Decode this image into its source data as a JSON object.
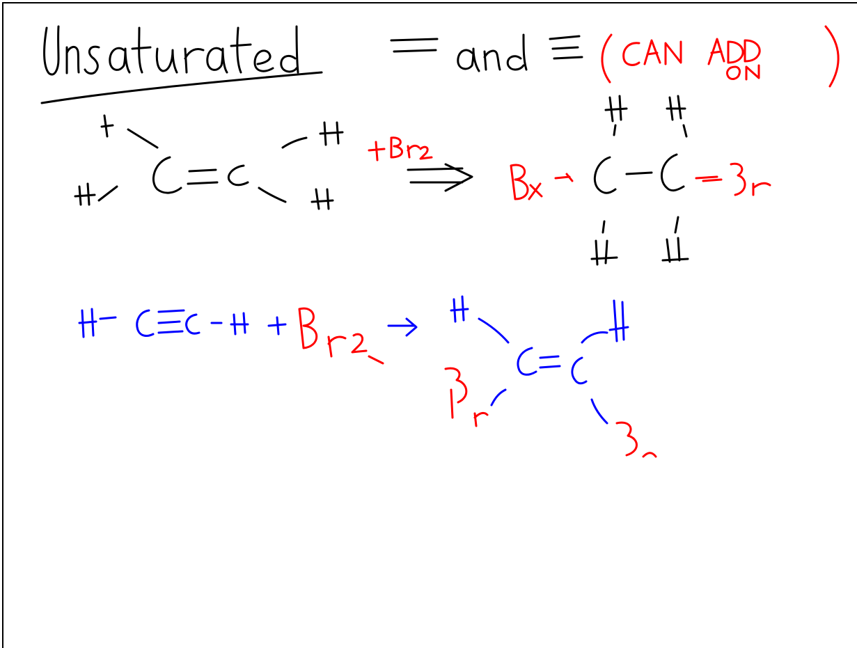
{
  "title": "Unsaturated",
  "title_line_2": "= and ≡",
  "note": "CAN ADD ON",
  "reaction_1": {
    "reactant_atoms": [
      "H",
      "H",
      "C",
      "C",
      "H",
      "H"
    ],
    "reagent": "+Br2",
    "product_atoms": [
      "H",
      "H",
      "Br",
      "C",
      "C",
      "Br",
      "H",
      "H"
    ]
  },
  "reaction_2": {
    "reactant": "H–C≡C–H",
    "reagent": "+Br2",
    "product_atoms": [
      "H",
      "H",
      "C",
      "C",
      "Br",
      "Br"
    ]
  },
  "colors": {
    "black_ink": "#000000",
    "red_ink": "#ff0000",
    "blue_ink": "#0000ff",
    "background": "#ffffff"
  }
}
